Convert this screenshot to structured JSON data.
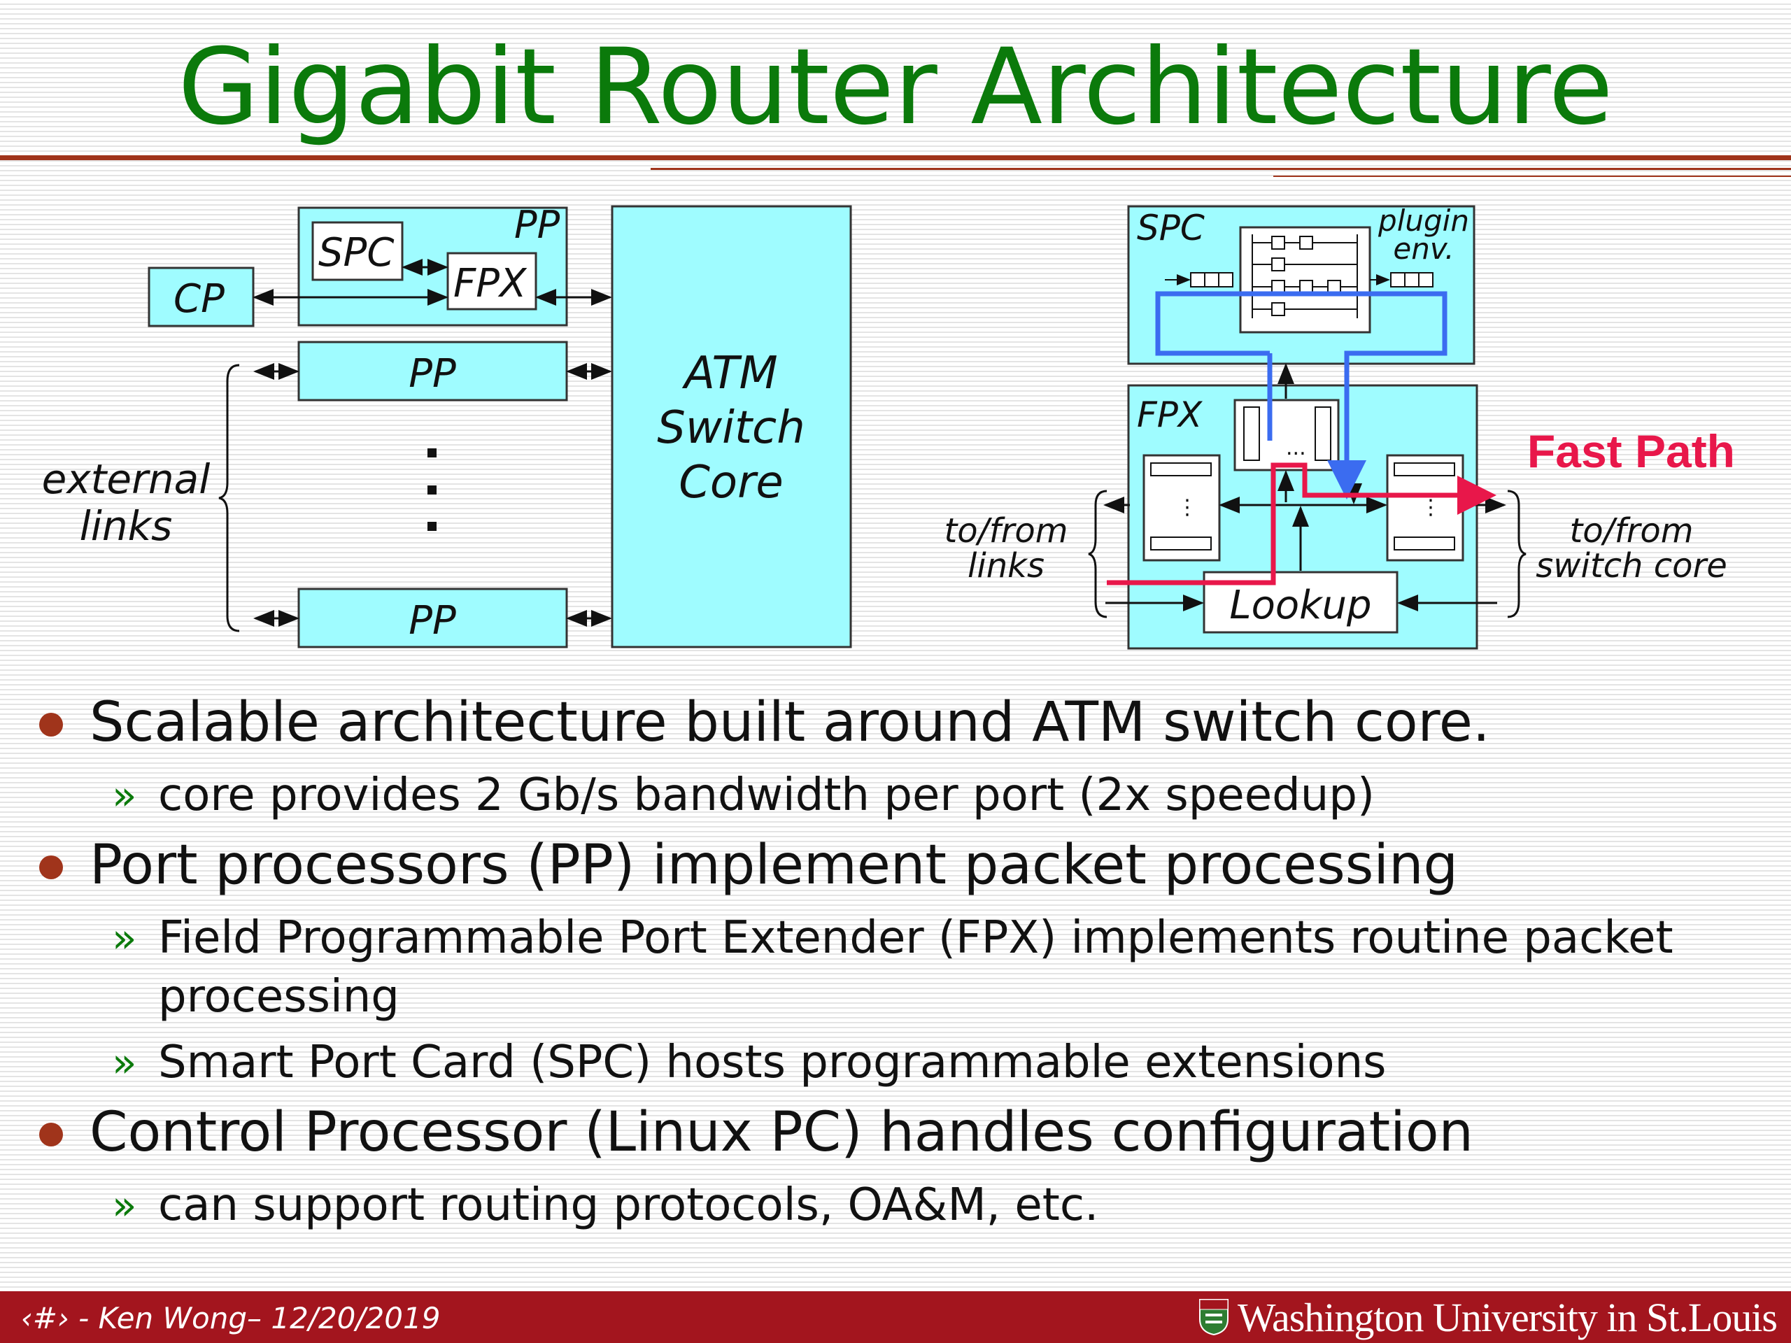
{
  "slide": {
    "title": "Gigabit Router Architecture"
  },
  "left_diagram": {
    "pp_top": "PP",
    "spc": "SPC",
    "fpx": "FPX",
    "cp": "CP",
    "pp_mid": "PP",
    "pp_bottom": "PP",
    "atm_line1": "ATM",
    "atm_line2": "Switch",
    "atm_line3": "Core",
    "ext_line1": "external",
    "ext_line2": "links"
  },
  "right_diagram": {
    "spc": "SPC",
    "plugin_line1": "plugin",
    "plugin_line2": "env.",
    "fpx": "FPX",
    "fast_path": "Fast Path",
    "lookup": "Lookup",
    "links_line1": "to/from",
    "links_line2": "links",
    "core_line1": "to/from",
    "core_line2": "switch core",
    "colors": {
      "fast_path": "#e8174a",
      "blue_path": "#3b6cf0"
    }
  },
  "bullets": [
    {
      "text": "Scalable architecture built around ATM switch core.",
      "subs": [
        "core provides 2 Gb/s bandwidth per port (2x speedup)"
      ]
    },
    {
      "text": "Port processors (PP) implement packet processing",
      "subs": [
        "Field Programmable Port Extender (FPX) implements routine packet processing",
        "Smart Port Card (SPC) hosts programmable extensions"
      ]
    },
    {
      "text": "Control Processor (Linux PC) handles configuration",
      "subs": [
        "can support routing protocols, OA&M, etc."
      ]
    }
  ],
  "footer": {
    "text": "‹#› - Ken Wong– 12/20/2019",
    "logo_text": "Washington University in St.Louis"
  },
  "colors": {
    "title": "#0b7a0b",
    "accent": "#a0341b",
    "footer_bg": "#a3151e",
    "box_fill": "#9ffcff"
  }
}
